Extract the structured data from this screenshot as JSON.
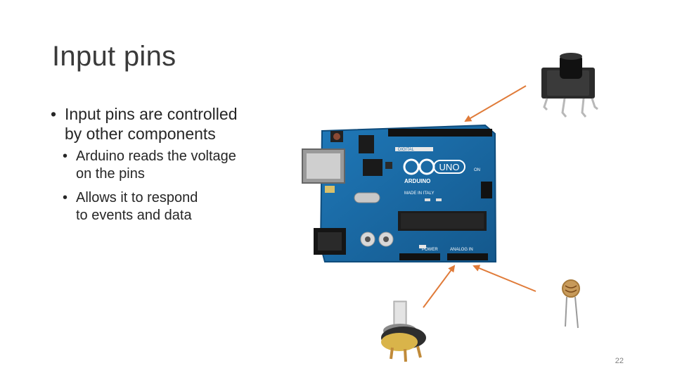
{
  "slide": {
    "title": "Input pins",
    "bullet_main": [
      "Input pins are controlled",
      "by other components"
    ],
    "sub_bullets": [
      [
        "Arduino reads the voltage",
        "on the pins"
      ],
      [
        "Allows it to respond",
        "to events and data"
      ]
    ],
    "page_number": "22"
  },
  "board": {
    "logo_text": "UNO",
    "brand_text": "ARDUINO",
    "made_in": "MADE IN ITALY",
    "digital_label": "DIGITAL",
    "power_label": "POWER",
    "analog_label": "ANALOG IN",
    "on_label": "ON"
  },
  "colors": {
    "board": "#1a6aa6",
    "arrow": "#e07b39"
  },
  "icons": [
    "push-button",
    "arduino-uno-board",
    "potentiometer",
    "photoresistor"
  ]
}
